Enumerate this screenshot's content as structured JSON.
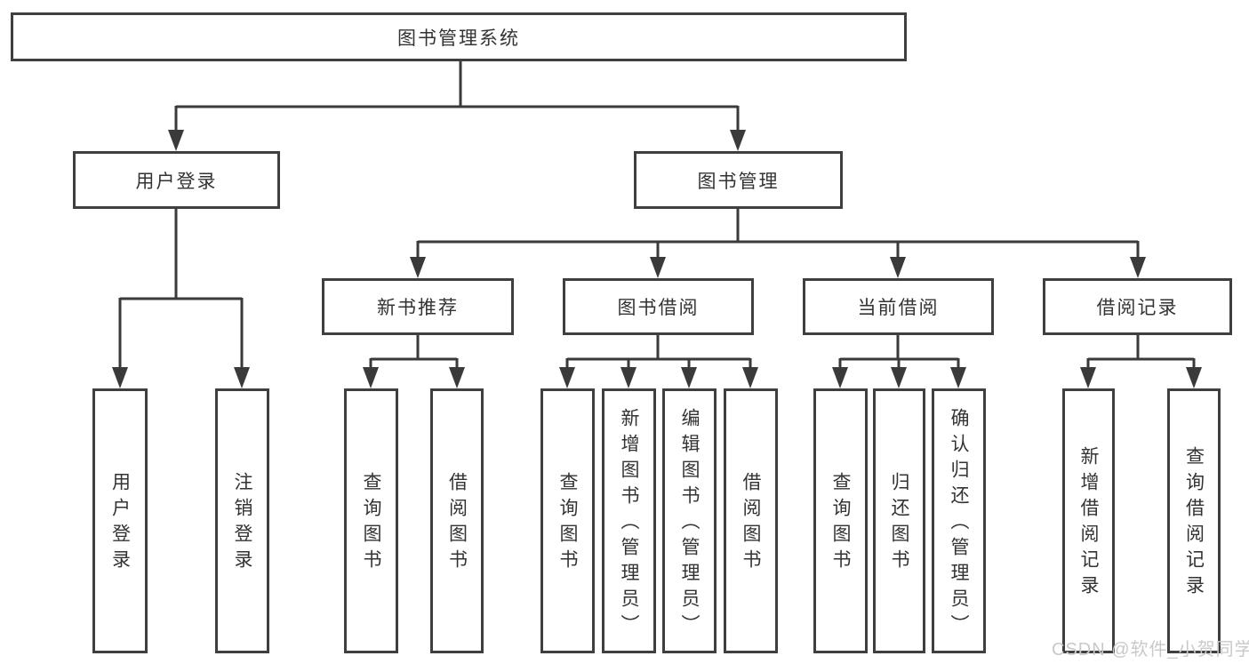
{
  "diagram": {
    "type": "tree-hierarchy",
    "title": "图书管理系统",
    "watermark": "CSDN @软件_小贺同学",
    "nodes": {
      "root": {
        "label": "图书管理系统",
        "level": 0
      },
      "user_login": {
        "label": "用户登录",
        "level": 1
      },
      "book_mgmt": {
        "label": "图书管理",
        "level": 1
      },
      "new_book_rec": {
        "label": "新书推荐",
        "level": 2
      },
      "book_borrow": {
        "label": "图书借阅",
        "level": 2
      },
      "current_borrow": {
        "label": "当前借阅",
        "level": 2
      },
      "borrow_record": {
        "label": "借阅记录",
        "level": 2
      },
      "leaf_user_login": {
        "label": "用户登录",
        "level": 3
      },
      "leaf_logout": {
        "label": "注销登录",
        "level": 3
      },
      "leaf_query_book_1": {
        "label": "查询图书",
        "level": 3
      },
      "leaf_borrow_book_1": {
        "label": "借阅图书",
        "level": 3
      },
      "leaf_query_book_2": {
        "label": "查询图书",
        "level": 3
      },
      "leaf_add_book": {
        "label": "新增图书（管理员）",
        "level": 3
      },
      "leaf_edit_book": {
        "label": "编辑图书（管理员）",
        "level": 3
      },
      "leaf_borrow_book_2": {
        "label": "借阅图书",
        "level": 3
      },
      "leaf_query_book_3": {
        "label": "查询图书",
        "level": 3
      },
      "leaf_return_book": {
        "label": "归还图书",
        "level": 3
      },
      "leaf_confirm_return": {
        "label": "确认归还（管理员）",
        "level": 3
      },
      "leaf_add_record": {
        "label": "新增借阅记录",
        "level": 3
      },
      "leaf_query_record": {
        "label": "查询借阅记录",
        "level": 3
      }
    },
    "edges": [
      [
        "root",
        "user_login"
      ],
      [
        "root",
        "book_mgmt"
      ],
      [
        "user_login",
        "leaf_user_login"
      ],
      [
        "user_login",
        "leaf_logout"
      ],
      [
        "book_mgmt",
        "new_book_rec"
      ],
      [
        "book_mgmt",
        "book_borrow"
      ],
      [
        "book_mgmt",
        "current_borrow"
      ],
      [
        "book_mgmt",
        "borrow_record"
      ],
      [
        "new_book_rec",
        "leaf_query_book_1"
      ],
      [
        "new_book_rec",
        "leaf_borrow_book_1"
      ],
      [
        "book_borrow",
        "leaf_query_book_2"
      ],
      [
        "book_borrow",
        "leaf_add_book"
      ],
      [
        "book_borrow",
        "leaf_edit_book"
      ],
      [
        "book_borrow",
        "leaf_borrow_book_2"
      ],
      [
        "current_borrow",
        "leaf_query_book_3"
      ],
      [
        "current_borrow",
        "leaf_return_book"
      ],
      [
        "current_borrow",
        "leaf_confirm_return"
      ],
      [
        "borrow_record",
        "leaf_add_record"
      ],
      [
        "borrow_record",
        "leaf_query_record"
      ]
    ],
    "colors": {
      "background": "#ffffff",
      "box_border": "#3f3f3f",
      "line": "#3a3a3a",
      "text": "#333333",
      "watermark": "#c9c9c9"
    }
  }
}
